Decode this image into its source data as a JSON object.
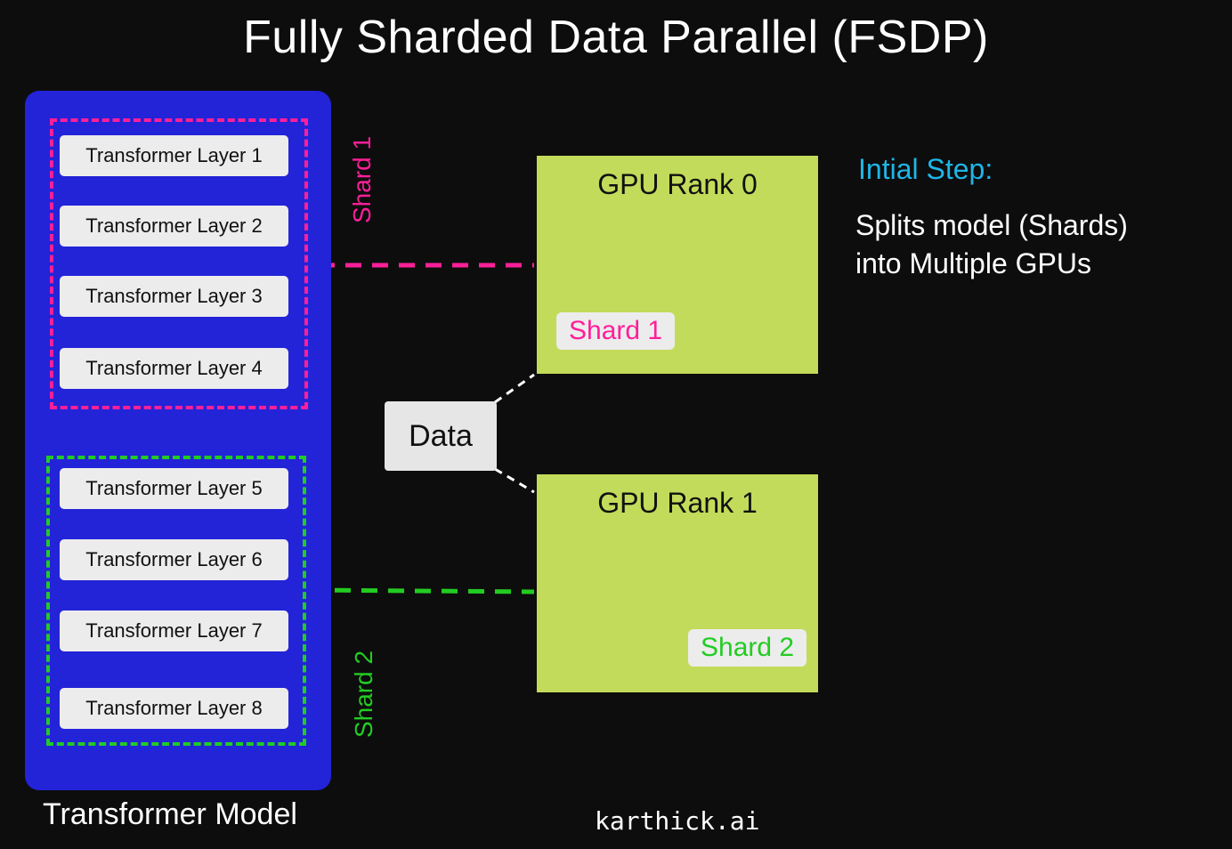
{
  "title": "Fully Sharded Data Parallel (FSDP)",
  "model": {
    "label": "Transformer Model",
    "layers": [
      "Transformer Layer 1",
      "Transformer Layer 2",
      "Transformer Layer 3",
      "Transformer Layer 4",
      "Transformer Layer 5",
      "Transformer Layer 6",
      "Transformer Layer 7",
      "Transformer Layer 8"
    ],
    "shards": [
      {
        "label": "Shard 1",
        "color": "#ff1f99"
      },
      {
        "label": "Shard 2",
        "color": "#22cc22"
      }
    ]
  },
  "data_label": "Data",
  "gpus": [
    {
      "title": "GPU Rank 0",
      "shard_label": "Shard 1",
      "shard_color": "#ff1f99"
    },
    {
      "title": "GPU Rank 1",
      "shard_label": "Shard 2",
      "shard_color": "#22cc22"
    }
  ],
  "step": {
    "heading": "Intial Step:",
    "line1": "Splits model (Shards)",
    "line2": "into Multiple GPUs"
  },
  "credit": "karthick.ai",
  "colors": {
    "background": "#0d0d0d",
    "model_panel": "#2323d8",
    "gpu_fill": "#c3db5a",
    "heading_accent": "#1fb6e6"
  }
}
